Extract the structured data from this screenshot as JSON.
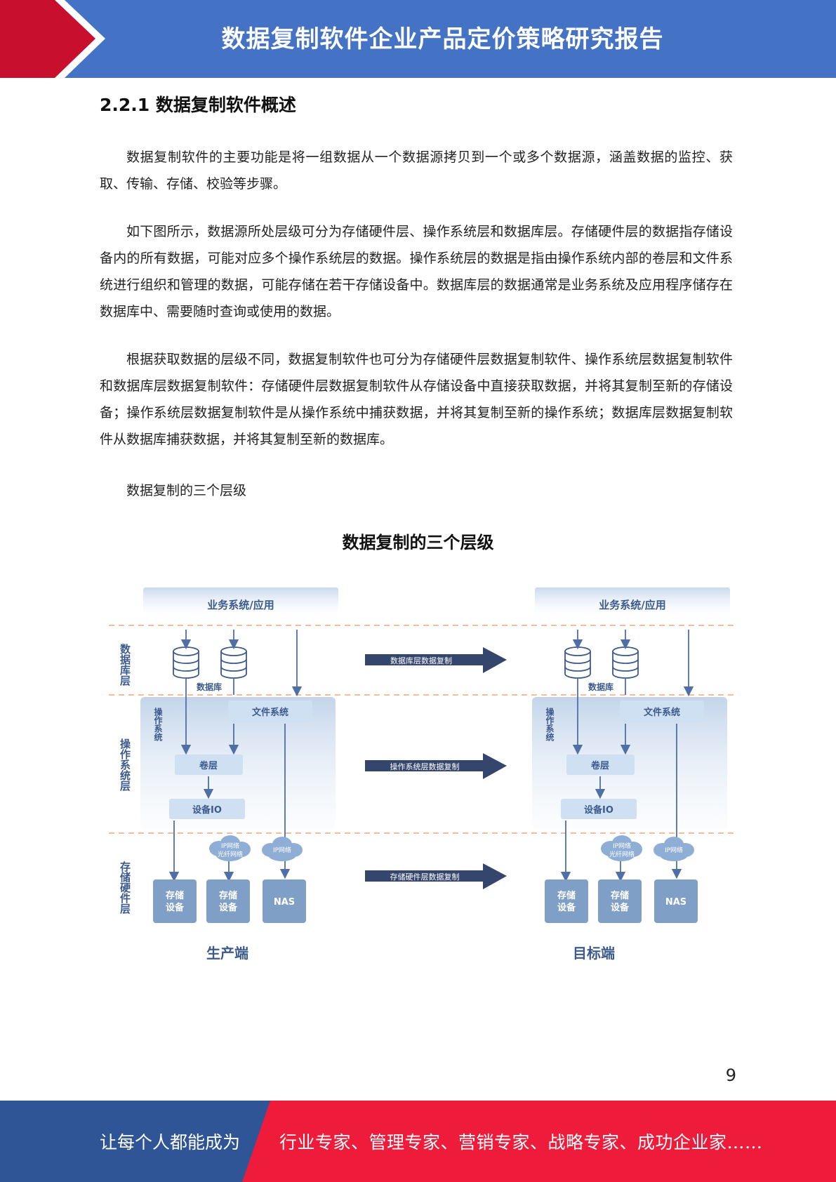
{
  "header": {
    "title": "数据复制软件企业产品定价策略研究报告",
    "colors": {
      "banner": "#4472c4",
      "accent": "#c8102e"
    }
  },
  "section": {
    "heading": "2.2.1 数据复制软件概述",
    "paragraphs": [
      "数据复制软件的主要功能是将一组数据从一个数据源拷贝到一个或多个数据源，涵盖数据的监控、获取、传输、存储、校验等步骤。",
      "如下图所示，数据源所处层级可分为存储硬件层、操作系统层和数据库层。存储硬件层的数据指存储设备内的所有数据，可能对应多个操作系统层的数据。操作系统层的数据是指由操作系统内部的卷层和文件系统进行组织和管理的数据，可能存储在若干存储设备中。数据库层的数据通常是业务系统及应用程序储存在数据库中、需要随时查询或使用的数据。",
      "根据获取数据的层级不同，数据复制软件也可分为存储硬件层数据复制软件、操作系统层数据复制软件和数据库层数据复制软件：存储硬件层数据复制软件从存储设备中直接获取数据，并将其复制至新的存储设备；操作系统层数据复制软件是从操作系统中捕获数据，并将其复制至新的操作系统；数据库层数据复制软件从数据库捕获数据，并将其复制至新的数据库。"
    ],
    "figure_caption": "数据复制的三个层级"
  },
  "diagram": {
    "title": "数据复制的三个层级",
    "layers": {
      "database": "数据库层",
      "os": "操作系统层",
      "storage": "存储硬件层"
    },
    "app_box": "业务系统/应用",
    "database_label": "数据库",
    "os_inner_label": "操作系统",
    "filesystem": "文件系统",
    "volume": "卷层",
    "device_io": "设备IO",
    "cloud_ip_fiber": [
      "IP网络",
      "光纤网络"
    ],
    "cloud_ip": "IP网络",
    "storage_device": [
      "存储",
      "设备"
    ],
    "nas": "NAS",
    "replication_arrows": [
      "数据库层数据复制",
      "操作系统层数据复制",
      "存储硬件层数据复制"
    ],
    "source_label": "生产端",
    "target_label": "目标端"
  },
  "page_number": "9",
  "footer": {
    "left": "让每个人都能成为",
    "right": "行业专家、管理专家、营销专家、战略专家、成功企业家……",
    "colors": {
      "left_bg": "#2f5597",
      "right_bg": "#ee1b3a"
    }
  }
}
